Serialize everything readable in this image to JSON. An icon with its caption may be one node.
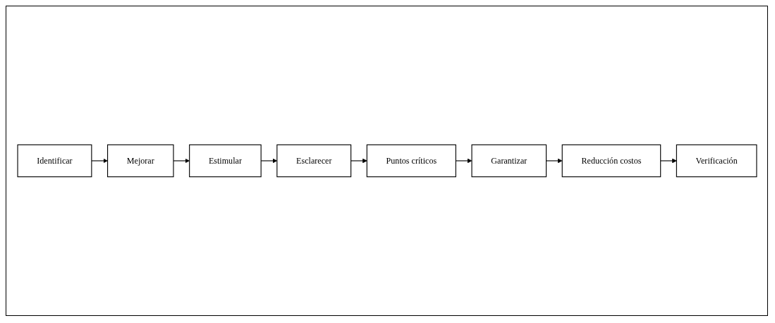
{
  "diagram": {
    "nodes": [
      {
        "text": [
          "Identificar"
        ]
      },
      {
        "text": [
          "Mejorar"
        ]
      },
      {
        "text": [
          "Estimular"
        ]
      },
      {
        "text": [
          "Esclarecer"
        ]
      },
      {
        "text": [
          "Puntos críticos"
        ]
      },
      {
        "text": [
          "Garantizar"
        ]
      },
      {
        "text": [
          "Reducción costos"
        ]
      },
      {
        "text": [
          "Verificación"
        ]
      }
    ],
    "edges": [
      {
        "from": 0,
        "to": 1,
        "arrow": "to"
      },
      {
        "from": 1,
        "to": 2,
        "arrow": "to"
      },
      {
        "from": 2,
        "to": 3,
        "arrow": "to"
      },
      {
        "from": 3,
        "to": 4,
        "arrow": "to"
      },
      {
        "from": 4,
        "to": 5,
        "arrow": "to"
      },
      {
        "from": 5,
        "to": 6,
        "arrow": "to"
      },
      {
        "from": 6,
        "to": 7,
        "arrow": "to"
      }
    ]
  }
}
